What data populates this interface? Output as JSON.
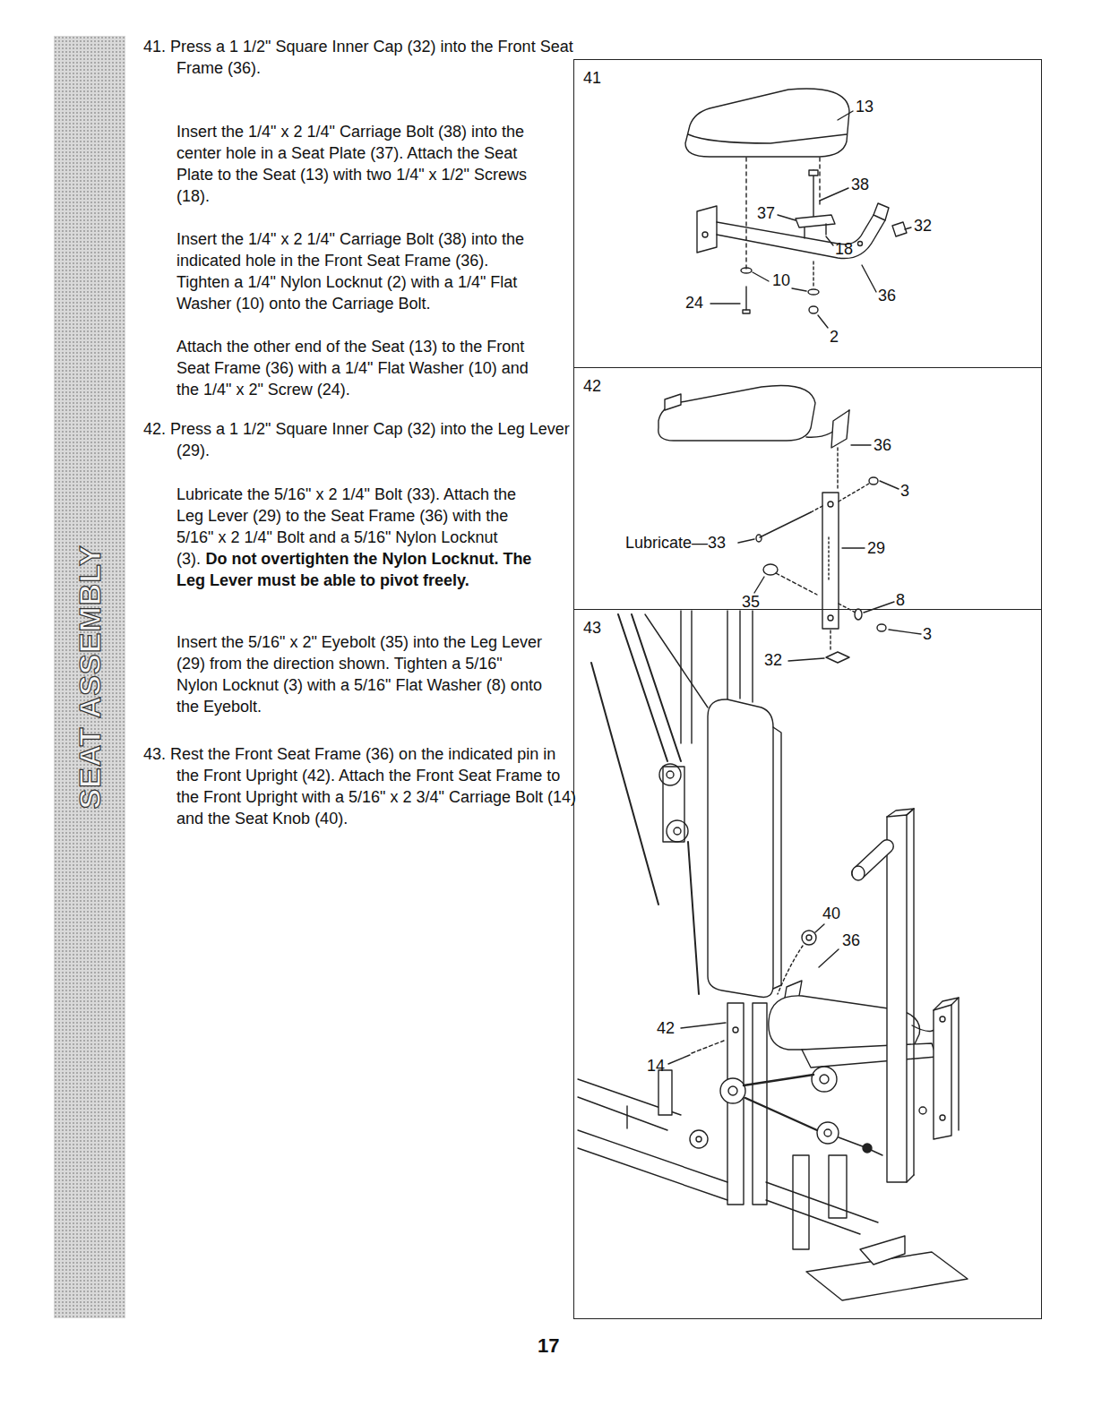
{
  "diagram": {
    "nodes": [
      {
        "text": [
          "SEAT ASSEMBLY"
        ]
      },
      {
        "text": [
          "41"
        ]
      },
      {
        "text": [
          "42"
        ]
      },
      {
        "text": [
          "43"
        ]
      }
    ],
    "labels": [
      "41. Press a 1 1/2\" Square Inner Cap (32) into the Front Seat Frame (36).",
      "Insert the 1/4\" x 2 1/4\" Carriage Bolt (38) into the center hole in a Seat Plate (37). Attach the Seat Plate to the Seat (13) with two 1/4\" x 1/2\" Screws (18).",
      "Insert the 1/4\" x 2 1/4\" Carriage Bolt (38) into the indicated hole in the Front Seat Frame (36). Tighten a 1/4\" Nylon Locknut (2) with a 1/4\" Flat Washer (10) onto the Carriage Bolt.",
      "Attach the other end of the Seat (13) to the Front Seat Frame (36) with a 1/4\" Flat Washer (10) and the 1/4\" x 2\" Screw (24).",
      "42. Press a 1 1/2\" Square Inner Cap (32) into the Leg Lever (29).",
      "Lubricate the 5/16\" x 2 1/4\" Bolt (33). Attach the Leg Lever (29) to the Seat Frame (36) with the 5/16\" x 2 1/4\" Bolt and a 5/16\" Nylon Locknut (3).",
      "Do not overtighten the Nylon Locknut. The Leg Lever must be able to pivot freely.",
      "Insert the 5/16\" x 2\" Eyebolt (35) into the Leg Lever (29) from the direction shown. Tighten a 5/16\" Nylon Locknut (3) with a 5/16\" Flat Washer (8) onto the Eyebolt.",
      "43. Rest the Front Seat Frame (36) on the indicated pin in the Front Upright (42). Attach the Front Seat Frame to the Front Upright with a 5/16\" x 2 3/4\" Carriage Bolt (14) and the Seat Knob (40).",
      "13",
      "38",
      "37",
      "32",
      "18",
      "10",
      "36",
      "24",
      "2",
      "36",
      "3",
      "Lubricate—33",
      "29",
      "35",
      "8",
      "3",
      "32",
      "40",
      "36",
      "42",
      "14",
      "17"
    ]
  }
}
